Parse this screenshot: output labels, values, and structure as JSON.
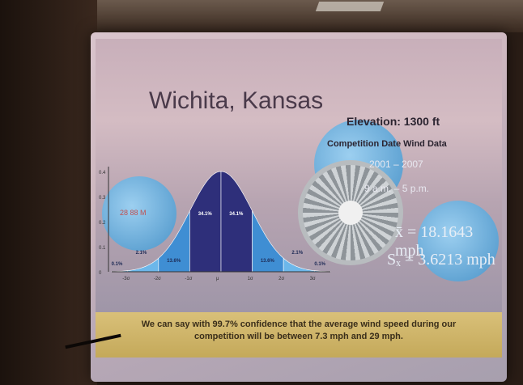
{
  "slide": {
    "title": "Wichita, Kansas",
    "elevation": "Elevation: 1300 ft",
    "wind_data_title": "Competition Date Wind Data",
    "years": "2001 – 2007",
    "hours": "9 a.m. – 5 p.m.",
    "mean": "x̄ = 18.1643 mph",
    "std_dev": "Sₓ = 3.6213 mph",
    "tank_label": "28 88 M",
    "caption_line1": "We can say with 99.7% confidence that the average wind speed during our",
    "caption_line2": "competition will be between 7.3 mph and 29 mph."
  },
  "chart_data": {
    "type": "area",
    "title": "",
    "regions": [
      {
        "label": "0.1%",
        "value": 0.1
      },
      {
        "label": "2.1%",
        "value": 2.1
      },
      {
        "label": "13.6%",
        "value": 13.6
      },
      {
        "label": "34.1%",
        "value": 34.1
      },
      {
        "label": "34.1%",
        "value": 34.1
      },
      {
        "label": "13.6%",
        "value": 13.6
      },
      {
        "label": "2.1%",
        "value": 2.1
      },
      {
        "label": "0.1%",
        "value": 0.1
      }
    ],
    "x_ticks": [
      "-3σ",
      "-2σ",
      "-1σ",
      "μ",
      "1σ",
      "2σ",
      "3σ"
    ],
    "y_ticks": [
      "0",
      "0.1",
      "0.2",
      "0.3",
      "0.4"
    ],
    "colors": {
      "inner": "#2e2f7a",
      "middle": "#3f8ed3",
      "outer": "#6cb7ea"
    }
  }
}
